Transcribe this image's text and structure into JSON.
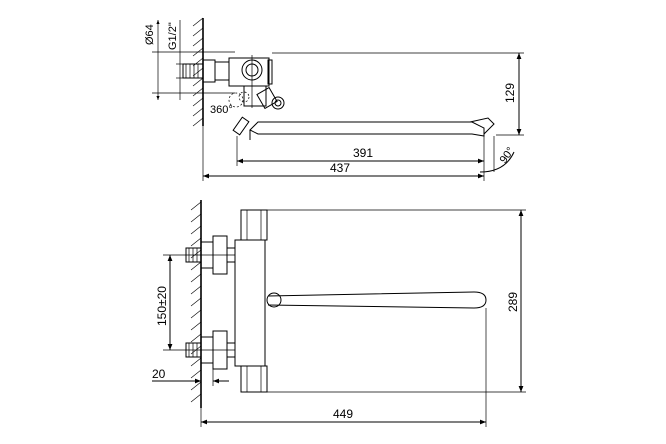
{
  "dimensions": {
    "diameter_top": "Ø64",
    "thread": "G1/2\"",
    "rotation": "360°",
    "height_right": "129",
    "spout_reach": "391",
    "overall_length_top": "437",
    "spout_angle": "90°",
    "center_distance": "150±20",
    "wall_offset": "20",
    "height_front": "289",
    "overall_length_front": "449"
  }
}
